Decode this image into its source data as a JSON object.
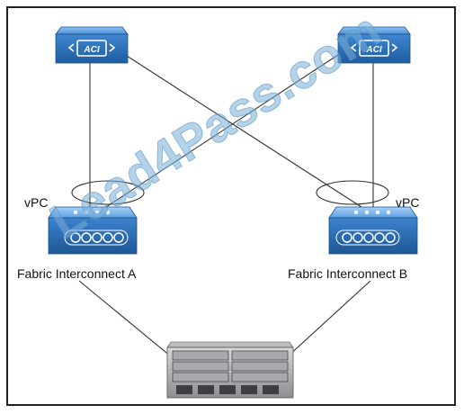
{
  "nodes": {
    "spine_left": {
      "icon": "aci-switch-icon",
      "text": "ACI"
    },
    "spine_right": {
      "icon": "aci-switch-icon",
      "text": "ACI"
    },
    "fi_a": {
      "icon": "fabric-interconnect-icon",
      "label": "Fabric Interconnect A"
    },
    "fi_b": {
      "icon": "fabric-interconnect-icon",
      "label": "Fabric Interconnect B"
    },
    "chassis": {
      "icon": "blade-chassis-icon"
    }
  },
  "vpc_left": "vPC",
  "vpc_right": "vPC",
  "watermark": "Lead4Pass.com",
  "colors": {
    "device_blue": "#2f6fb5",
    "device_light": "#5c9be0",
    "watermark": "#76afd7",
    "line": "#333333"
  }
}
